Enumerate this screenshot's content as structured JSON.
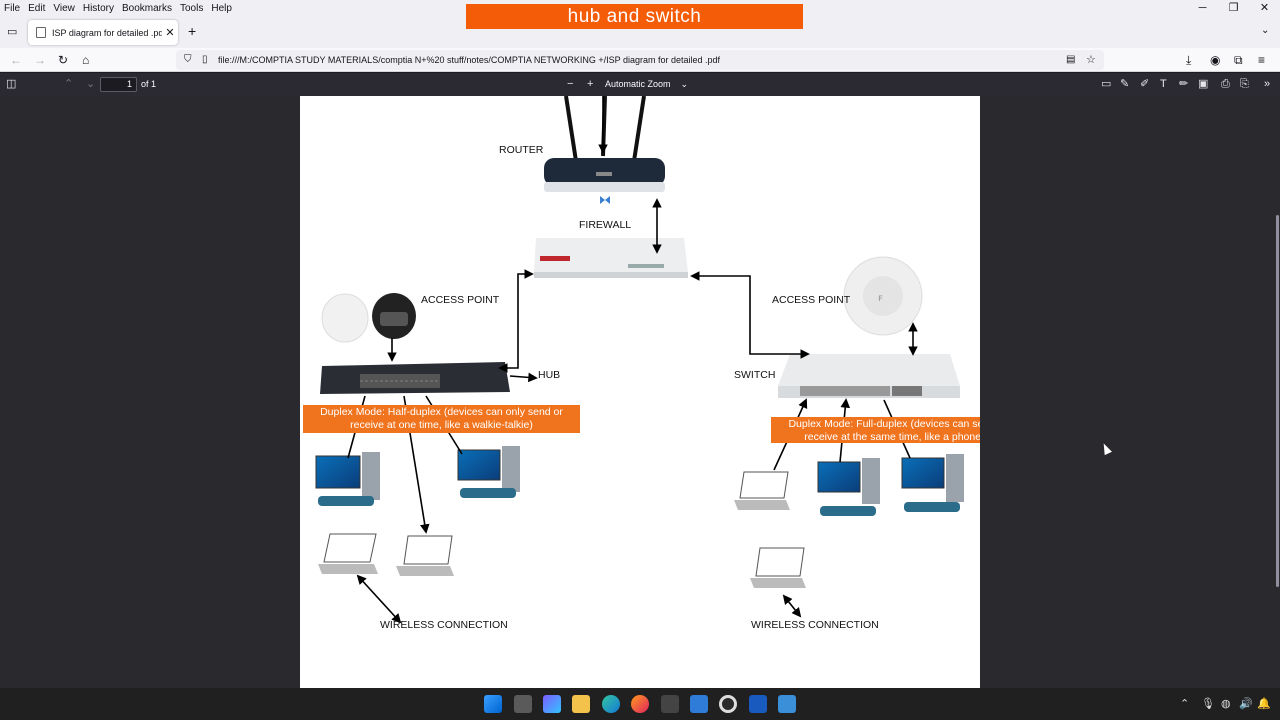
{
  "menu": {
    "items": [
      "File",
      "Edit",
      "View",
      "History",
      "Bookmarks",
      "Tools",
      "Help"
    ]
  },
  "banner": {
    "text": "hub and switch"
  },
  "tab": {
    "title": "ISP diagram for detailed .pdf"
  },
  "url": {
    "value": "file:///M:/COMPTIA STUDY MATERIALS/comptia N+%20 stuff/notes/COMPTIA NETWORKING +/ISP diagram for detailed .pdf"
  },
  "pdf": {
    "page": "1",
    "of": "of 1",
    "zoom": "Automatic Zoom"
  },
  "diagram": {
    "router": "ROUTER",
    "firewall": "FIREWALL",
    "access_point_left": "ACCESS POINT",
    "access_point_right": "ACCESS POINT",
    "hub": "HUB",
    "switch": "SWITCH",
    "half_duplex": "Duplex Mode: Half-duplex (devices can only send or receive at one time, like a walkie-talkie)",
    "full_duplex": "Duplex Mode: Full-duplex (devices can send and receive at the same time, like a phone call",
    "wireless_left": "WIRELESS CONNECTION",
    "wireless_right": "WIRELESS CONNECTION"
  },
  "colors": {
    "accent": "#f55c08",
    "note": "#f0731e",
    "toolbar": "#2b2a33",
    "viewer_bg": "#2a2a2e"
  }
}
